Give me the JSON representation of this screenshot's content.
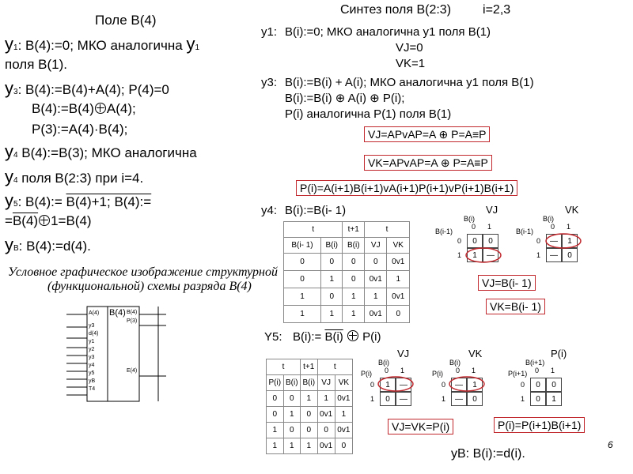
{
  "left": {
    "title": "Поле B(4)",
    "lines": [
      {
        "pre": "y",
        "sub": "1",
        "text": ": B(4):=0; МКО аналогична ",
        "pre2": "y",
        "sub2": "1"
      },
      {
        "text": "поля B(1)."
      },
      {
        "pre": "y",
        "sub": "3",
        "text": ": B(4):=B(4)+A(4); P(4)=0"
      },
      {
        "text_a": "B(4):=B(4)",
        "text_b": "A(4);"
      },
      {
        "text": "P(3):=A(4)·B(4);"
      },
      {
        "pre": "y",
        "sub": "4",
        "text": "B(4):=B(3); МКО аналогична"
      },
      {
        "pre": "y",
        "sub": "4",
        "text": " поля B(2:3) при i=4."
      },
      {
        "pre": "y",
        "sub": "5",
        "text_a": ": B(4):= ",
        "neg": "B(4)+1; B(4):="
      },
      {
        "text_a": "=",
        "neg": "B(4)",
        "text_b": "1=B(4)"
      },
      {
        "pre": "y",
        "sub": "B",
        "text": ": B(4):=d(4)."
      }
    ],
    "caption": [
      "Условное графическое изображение структурной",
      "(функциональной) схемы разряда B(4)"
    ],
    "block_label": "B(4)",
    "left_pins": [
      "A(4)",
      "y3",
      "d(4)",
      "y1",
      "y2",
      "y3",
      "y4",
      "y5",
      "yB",
      "T4"
    ],
    "right_pins": [
      "B(4)",
      "P(3)",
      "E(4)"
    ]
  },
  "right": {
    "title": "Синтез поля B(2:3)",
    "title_i": "i=2,3",
    "y1": {
      "label": "y1:",
      "text": "B(i):=0; МКО аналогична y1 поля B(1)",
      "vj": "VJ=0",
      "vk": "VK=1"
    },
    "y3": {
      "label": "y3:",
      "line1": "B(i):=B(i) + A(i); МКО аналогична y1 поля B(1)",
      "line2": "B(i):=B(i) ⊕ A(i) ⊕ P(i);",
      "line3": "P(i) аналогична P(1) поля B(1)"
    },
    "boxes": {
      "vj": "VJ=APvAP=A ⊕ P=A≡P",
      "vk": "VK=APvAP=A ⊕ P=A≡P",
      "p": "P(i)=A(i+1)B(i+1)vA(i+1)P(i+1)vP(i+1)B(i+1)",
      "vj2": "VJ=B(i- 1)",
      "vk2": "VK=B(i- 1)",
      "vjvk": "VJ=VK=P(i)",
      "p2": "P(i)=P(i+1)B(i+1)"
    },
    "y4": {
      "label": "y4:",
      "text": "B(i):=B(i- 1)"
    },
    "y5": {
      "label": "Y5:",
      "text_a": "B(i):=",
      "neg": "B(i)",
      "text_b": "P(i)"
    },
    "yb": {
      "label": "yB:",
      "text": "B(i):=d(i)."
    },
    "table1": {
      "header": [
        "t",
        "t+1",
        "t"
      ],
      "cols": [
        "B(i- 1)",
        "B(i)",
        "B(i)",
        "VJ",
        "VK"
      ],
      "rows": [
        [
          "0",
          "0",
          "0",
          "0",
          "0v1"
        ],
        [
          "0",
          "1",
          "0",
          "0v1",
          "1"
        ],
        [
          "1",
          "0",
          "1",
          "1",
          "0v1"
        ],
        [
          "1",
          "1",
          "1",
          "0v1",
          "0"
        ]
      ]
    },
    "table2": {
      "header": [
        "t",
        "t+1",
        "t"
      ],
      "cols": [
        "P(i)",
        "B(i)",
        "B(i)",
        "VJ",
        "VK"
      ],
      "rows": [
        [
          "0",
          "0",
          "1",
          "1",
          "0v1"
        ],
        [
          "0",
          "1",
          "0",
          "0v1",
          "1"
        ],
        [
          "1",
          "0",
          "0",
          "0",
          "0v1"
        ],
        [
          "1",
          "1",
          "1",
          "0v1",
          "0"
        ]
      ]
    },
    "kmaps": {
      "vj1": {
        "title": "VJ",
        "row": "B(i-1)",
        "col": "B(i)",
        "cells": [
          "0",
          "0",
          "1",
          "—"
        ]
      },
      "vk1": {
        "title": "VK",
        "row": "B(i-1)",
        "col": "B(i)",
        "cells": [
          "—",
          "1",
          "—",
          "0"
        ]
      },
      "vj2": {
        "title": "VJ",
        "row": "P(i)",
        "col": "B(i)",
        "cells": [
          "1",
          "—",
          "0",
          "—"
        ]
      },
      "vk2": {
        "title": "VK",
        "row": "P(i)",
        "col": "B(i)",
        "cells": [
          "—",
          "1",
          "—",
          "0"
        ]
      },
      "p": {
        "title": "P(i)",
        "row": "P(i+1)",
        "col": "B(i+1)",
        "cells": [
          "0",
          "0",
          "0",
          "1"
        ]
      }
    },
    "axis_digits": [
      "0",
      "1"
    ],
    "page_number": "6"
  }
}
